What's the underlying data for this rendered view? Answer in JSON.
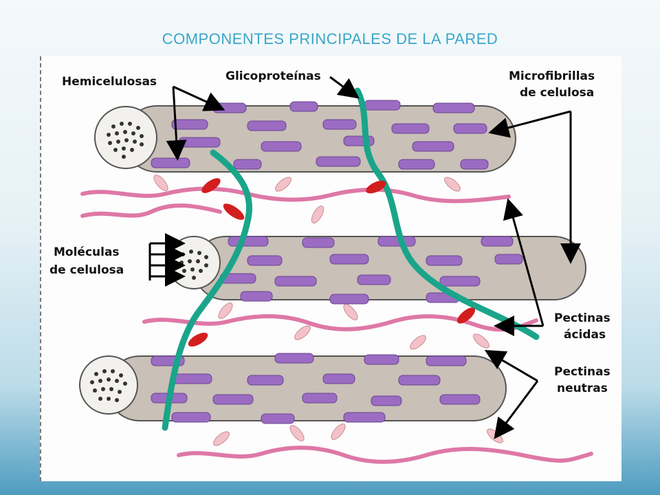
{
  "slide": {
    "title": "COMPONENTES PRINCIPALES DE LA PARED"
  },
  "diagram": {
    "labels": {
      "hemicelulosas": "Hemicelulosas",
      "glicoproteinas": "Glicoproteínas",
      "microfibrillas_1": "Microfibrillas",
      "microfibrillas_2": "de celulosa",
      "moleculas_1": "Moléculas",
      "moleculas_2": "de celulosa",
      "pectinas_acidas_1": "Pectinas",
      "pectinas_acidas_2": "ácidas",
      "pectinas_neutras_1": "Pectinas",
      "pectinas_neutras_2": "neutras"
    },
    "colors": {
      "microfibril": "#c9c0b7",
      "hemicellulose": "#9b6cc2",
      "glycoprotein": "#1aa58a",
      "pectin_strand": "#de78a6",
      "acid_pectin": "#d21e1e",
      "neutral_pectin": "#f2c2c8"
    }
  }
}
